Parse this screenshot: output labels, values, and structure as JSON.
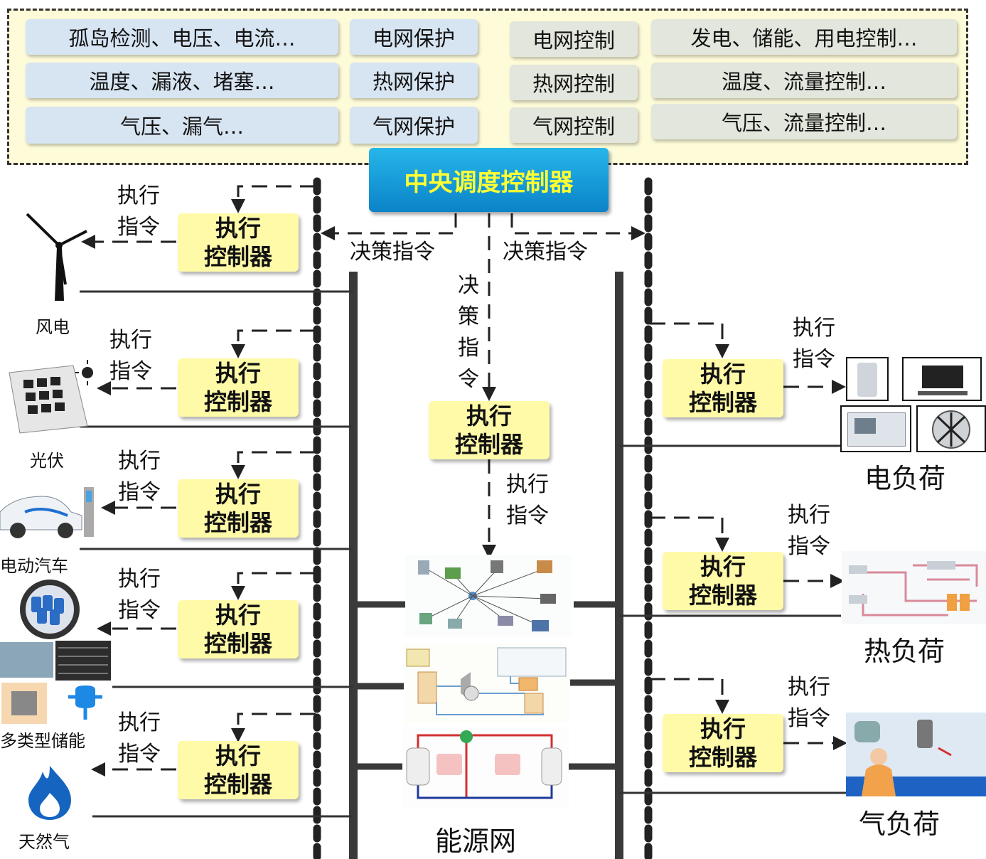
{
  "top_panel": {
    "monitor": [
      "孤岛检测、电压、电流…",
      "温度、漏液、堵塞…",
      "气压、漏气…"
    ],
    "protection": [
      "电网保护",
      "热网保护",
      "气网保护"
    ],
    "network_control": [
      "电网控制",
      "热网控制",
      "气网控制"
    ],
    "device_control": [
      "发电、储能、用电控制…",
      "温度、流量控制…",
      "气压、流量控制…"
    ]
  },
  "central_controller": "中央调度控制器",
  "decision_cmd": "决策指令",
  "decision_vertical": [
    "决",
    "策",
    "指",
    "令"
  ],
  "exec_cmd": [
    "执行",
    "指令"
  ],
  "exec_controller": [
    "执行",
    "控制器"
  ],
  "sources": [
    "风电",
    "光伏",
    "电动汽车",
    "多类型储能",
    "天然气"
  ],
  "energy_network": "能源网",
  "loads": [
    "电负荷",
    "热负荷",
    "气负荷"
  ],
  "colors": {
    "panel_bg": "#fdfbd8",
    "controller_bg": "#fffaa8",
    "central_bg": "#0b83c8",
    "central_text": "#ffff33",
    "blue_cell": "#d7e4f2"
  }
}
